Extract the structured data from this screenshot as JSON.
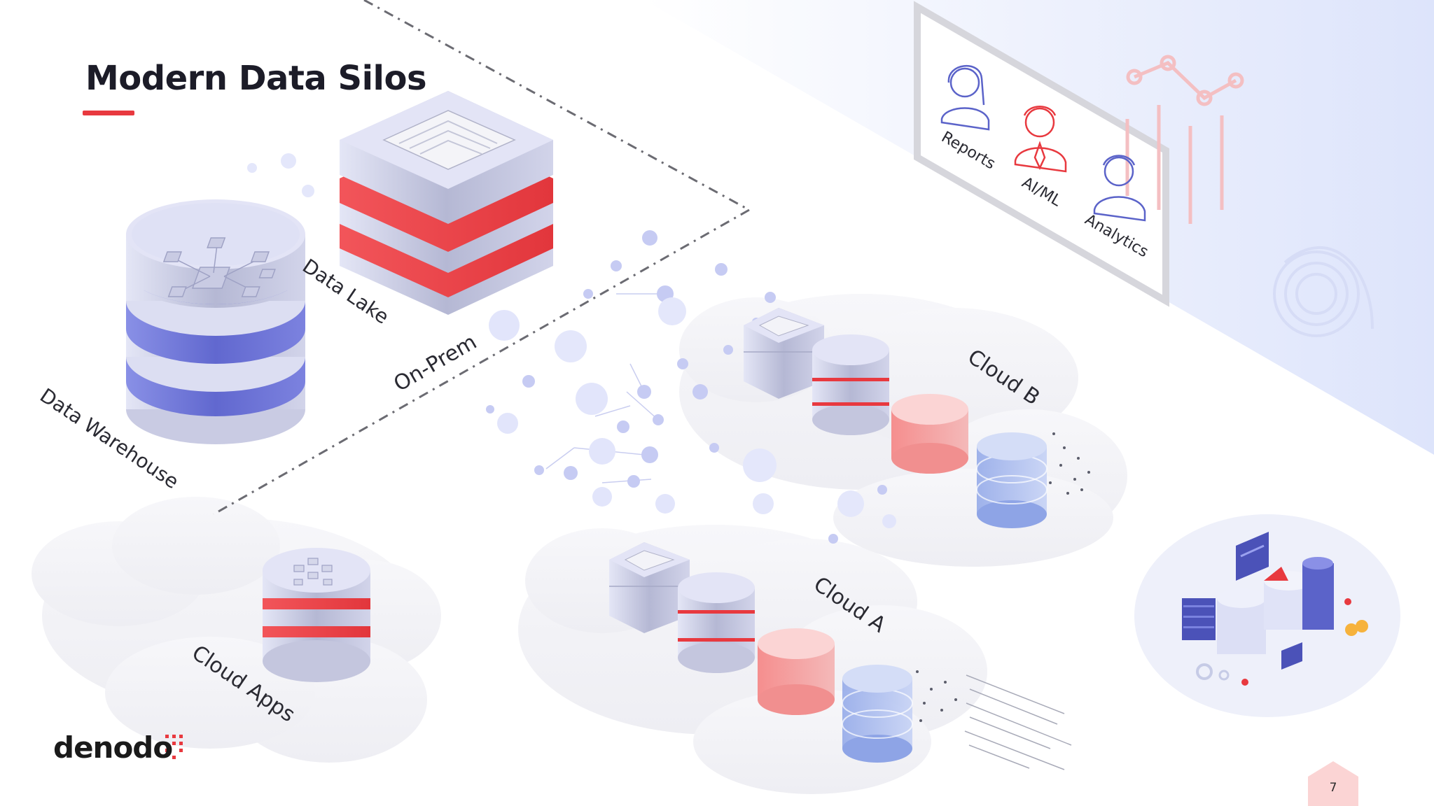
{
  "slide": {
    "title": "Modern Data Silos",
    "page_number": "7",
    "logo_text": "denodo"
  },
  "labels": {
    "data_lake": "Data Lake",
    "data_warehouse": "Data Warehouse",
    "on_prem": "On-Prem",
    "cloud_a": "Cloud A",
    "cloud_b": "Cloud B",
    "cloud_apps": "Cloud Apps"
  },
  "consumers": [
    {
      "label": "Reports",
      "icon": "woman-user-icon",
      "color": "#5b63c9"
    },
    {
      "label": "AI/ML",
      "icon": "man-user-icon",
      "color": "#e8393f"
    },
    {
      "label": "Analytics",
      "icon": "man-user-icon",
      "color": "#5b63c9"
    }
  ],
  "colors": {
    "accent_red": "#e8393f",
    "accent_blue": "#6c73d8",
    "title": "#1c1c28"
  }
}
